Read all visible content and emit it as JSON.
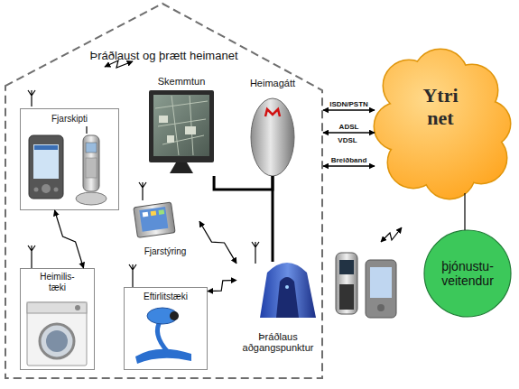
{
  "diagram": {
    "nodes": [
      {
        "text": [
          "Þráðlaust og þrætt heimanet"
        ]
      },
      {
        "text": [
          "Fjarskipti"
        ],
        "in": 0
      },
      {
        "text": [
          "Skemmtun"
        ],
        "in": 0
      },
      {
        "text": [
          "Heimagátt"
        ],
        "in": 0
      },
      {
        "text": [
          "Fjarstýring"
        ],
        "in": 0
      },
      {
        "text": [
          "Heimilis- tæki"
        ],
        "in": 0
      },
      {
        "text": [
          "Eftirlitstæki"
        ],
        "in": 0
      },
      {
        "text": [
          "Þráðlaus aðgangspunktur"
        ],
        "in": 0
      },
      {
        "text": [
          "Ytri net"
        ]
      },
      {
        "text": [
          "þjónustu- veitendur"
        ]
      }
    ],
    "edges": [
      {
        "from": 0,
        "to": 8,
        "arrow": "both",
        "label": "ISDN/PSTN"
      },
      {
        "from": 0,
        "to": 8,
        "arrow": "both",
        "label": "ADSL"
      },
      {
        "from": 0,
        "to": 8,
        "arrow": "both",
        "label": "Breiðband"
      },
      {
        "from": 2,
        "to": 3,
        "arrow": "none"
      },
      {
        "from": 3,
        "to": 7,
        "arrow": "none"
      },
      {
        "from": 8,
        "to": 9,
        "arrow": "none"
      },
      {
        "from": 1,
        "to": 5,
        "arrow": "both"
      },
      {
        "from": 4,
        "to": 7,
        "arrow": "both"
      },
      {
        "from": 6,
        "to": 7,
        "arrow": "both"
      }
    ],
    "labels": [
      "VDSL"
    ]
  }
}
